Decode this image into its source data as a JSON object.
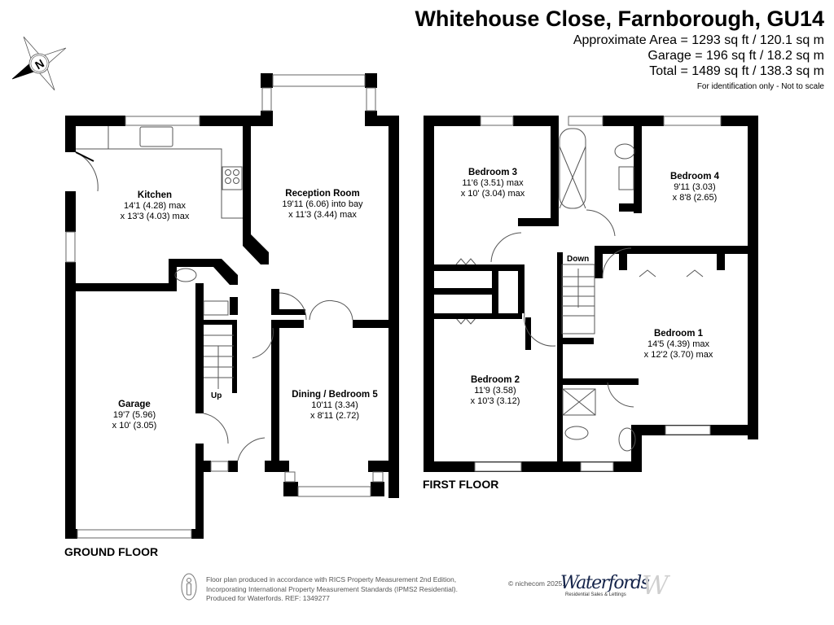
{
  "header": {
    "title": "Whitehouse Close, Farnborough, GU14",
    "areas": [
      "Approximate Area = 1293 sq ft / 120.1 sq m",
      "Garage = 196 sq ft / 18.2 sq m",
      "Total = 1489 sq ft / 138.3 sq m"
    ],
    "note": "For identification only - Not to scale"
  },
  "compass": {
    "label": "N",
    "icon": "compass-rose-icon"
  },
  "ground_floor": {
    "label": "GROUND FLOOR",
    "stairs_label": "Up",
    "rooms": [
      {
        "name": "Kitchen",
        "dim1": "14'1 (4.28) max",
        "dim2": "x 13'3 (4.03) max"
      },
      {
        "name": "Reception Room",
        "dim1": "19'11 (6.06) into bay",
        "dim2": "x 11'3 (3.44) max"
      },
      {
        "name": "Garage",
        "dim1": "19'7 (5.96)",
        "dim2": "x 10' (3.05)"
      },
      {
        "name": "Dining / Bedroom 5",
        "dim1": "10'11 (3.34)",
        "dim2": "x 8'11 (2.72)"
      }
    ]
  },
  "first_floor": {
    "label": "FIRST FLOOR",
    "stairs_label": "Down",
    "rooms": [
      {
        "name": "Bedroom 3",
        "dim1": "11'6 (3.51) max",
        "dim2": "x 10' (3.04) max"
      },
      {
        "name": "Bedroom 4",
        "dim1": "9'11 (3.03)",
        "dim2": "x 8'8 (2.65)"
      },
      {
        "name": "Bedroom 1",
        "dim1": "14'5 (4.39) max",
        "dim2": "x 12'2 (3.70) max"
      },
      {
        "name": "Bedroom 2",
        "dim1": "11'9 (3.58)",
        "dim2": "x 10'3 (3.12)"
      }
    ]
  },
  "footer": {
    "lines": [
      "Floor plan produced in accordance with RICS Property Measurement 2nd Edition,",
      "Incorporating International Property Measurement Standards (IPMS2 Residential).",
      "Produced for Waterfords.   REF:  1349277"
    ],
    "copyright": "© nichecom 2025.",
    "logo_name": "Waterfords",
    "logo_tagline": "Residential Sales & Lettings",
    "logo_mark": "W"
  },
  "colors": {
    "wall": "#000000",
    "line": "#555555",
    "logo": "#15244a"
  }
}
